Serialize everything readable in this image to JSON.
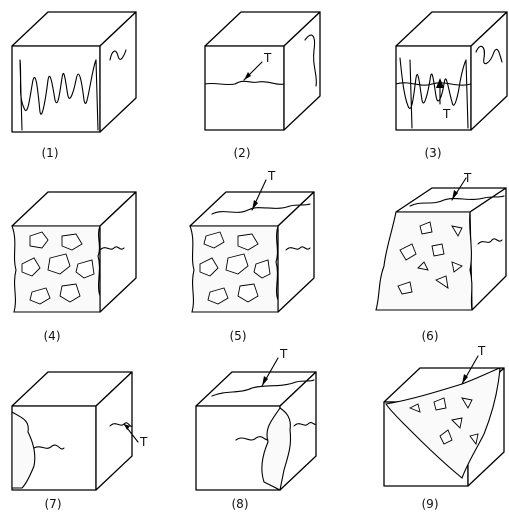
{
  "captions": [
    "(1)",
    "(2)",
    "(3)",
    "(4)",
    "(5)",
    "(6)",
    "(7)",
    "(8)",
    "(9)"
  ],
  "marker": "T"
}
